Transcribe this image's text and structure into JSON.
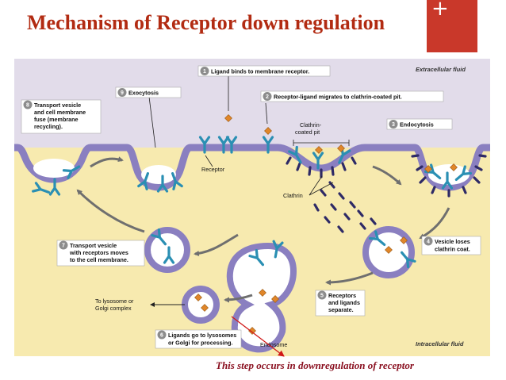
{
  "slide": {
    "title": "Mechanism of Receptor down regulation",
    "accent_symbol": "+",
    "caption": "This step occurs in downregulation of receptor"
  },
  "diagram": {
    "regions": {
      "extracellular": "Extracellular fluid",
      "intracellular": "Intracellular fluid"
    },
    "steps": [
      {
        "num": "1",
        "lines": [
          "Ligand binds to membrane receptor."
        ]
      },
      {
        "num": "2",
        "lines": [
          "Receptor-ligand migrates to clathrin-coated pit."
        ]
      },
      {
        "num": "3",
        "lines": [
          "Endocytosis"
        ]
      },
      {
        "num": "4",
        "lines": [
          "Vesicle loses",
          "clathrin coat."
        ]
      },
      {
        "num": "5",
        "lines": [
          "Receptors",
          "and ligands",
          "separate."
        ]
      },
      {
        "num": "6",
        "lines": [
          "Ligands go to lysosomes",
          "or Golgi for processing."
        ]
      },
      {
        "num": "7",
        "lines": [
          "Transport vesicle",
          "with receptors moves",
          "to the cell membrane."
        ]
      },
      {
        "num": "8",
        "lines": [
          "Transport vesicle",
          "and cell membrane",
          "fuse (membrane",
          "recycling)."
        ]
      },
      {
        "num": "9",
        "lines": [
          "Exocytosis"
        ]
      }
    ],
    "labels": {
      "receptor": "Receptor",
      "clathrin_pit": [
        "Clathrin-",
        "coated pit"
      ],
      "clathrin": "Clathrin",
      "endosome": "Endosome",
      "lysosome": [
        "To lysosome or",
        "Golgi complex"
      ]
    },
    "colors": {
      "membrane": "#8a7fc0",
      "extracellular": "#e2dcea",
      "intracellular": "#f7eaaf",
      "receptor": "#2a8fb3",
      "ligand": "#e0862a",
      "clathrin": "#2e2a66",
      "step_badge": "#8c8c8c",
      "caption": "#8a1020",
      "title": "#b22b12"
    }
  }
}
